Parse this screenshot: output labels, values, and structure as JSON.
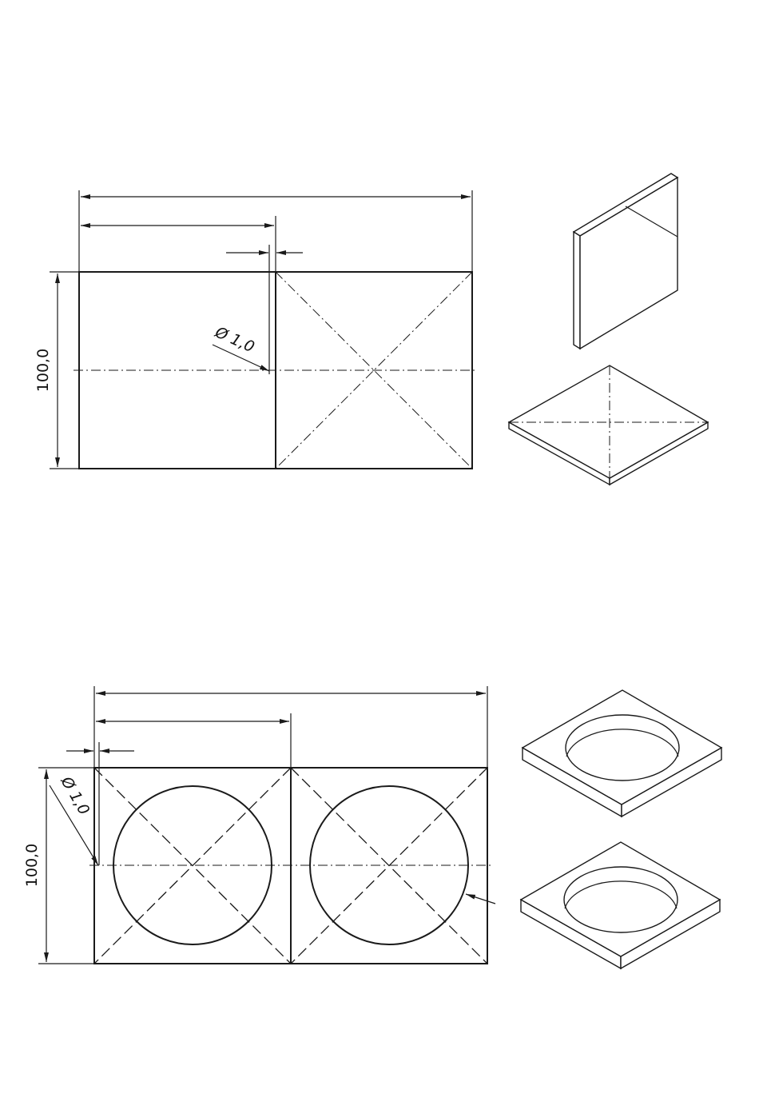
{
  "drawing_1": {
    "height_dimension": "100,0",
    "diameter_callout": "Ø 1,0"
  },
  "drawing_2": {
    "height_dimension": "100,0",
    "diameter_callout": "Ø 1,0"
  }
}
